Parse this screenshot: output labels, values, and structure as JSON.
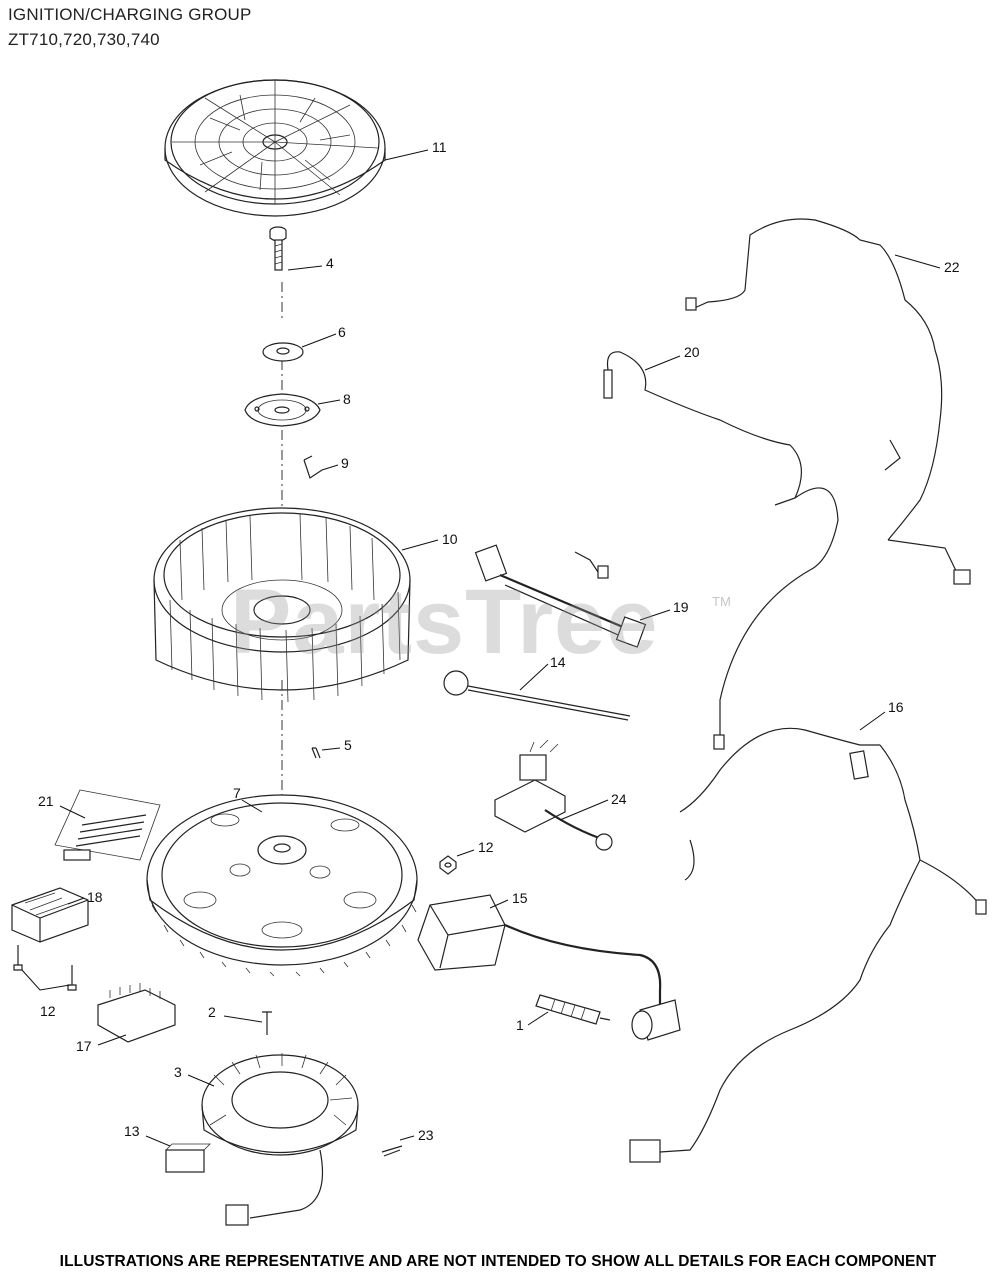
{
  "header": {
    "title": "IGNITION/CHARGING GROUP",
    "models": "ZT710,720,730,740"
  },
  "watermark": {
    "text": "PartsTree",
    "tm": "TM"
  },
  "callouts": {
    "c11": "11",
    "c4": "4",
    "c6": "6",
    "c8": "8",
    "c9": "9",
    "c10": "10",
    "c22": "22",
    "c20": "20",
    "c19": "19",
    "c14": "14",
    "c16": "16",
    "c5": "5",
    "c7": "7",
    "c21": "21",
    "c24": "24",
    "c12a": "12",
    "c18": "18",
    "c15": "15",
    "c12b": "12",
    "c2": "2",
    "c1": "1",
    "c17": "17",
    "c3": "3",
    "c13": "13",
    "c23": "23"
  },
  "footer": {
    "disclaimer": "ILLUSTRATIONS ARE REPRESENTATIVE AND ARE NOT INTENDED TO SHOW ALL DETAILS FOR EACH COMPONENT"
  }
}
